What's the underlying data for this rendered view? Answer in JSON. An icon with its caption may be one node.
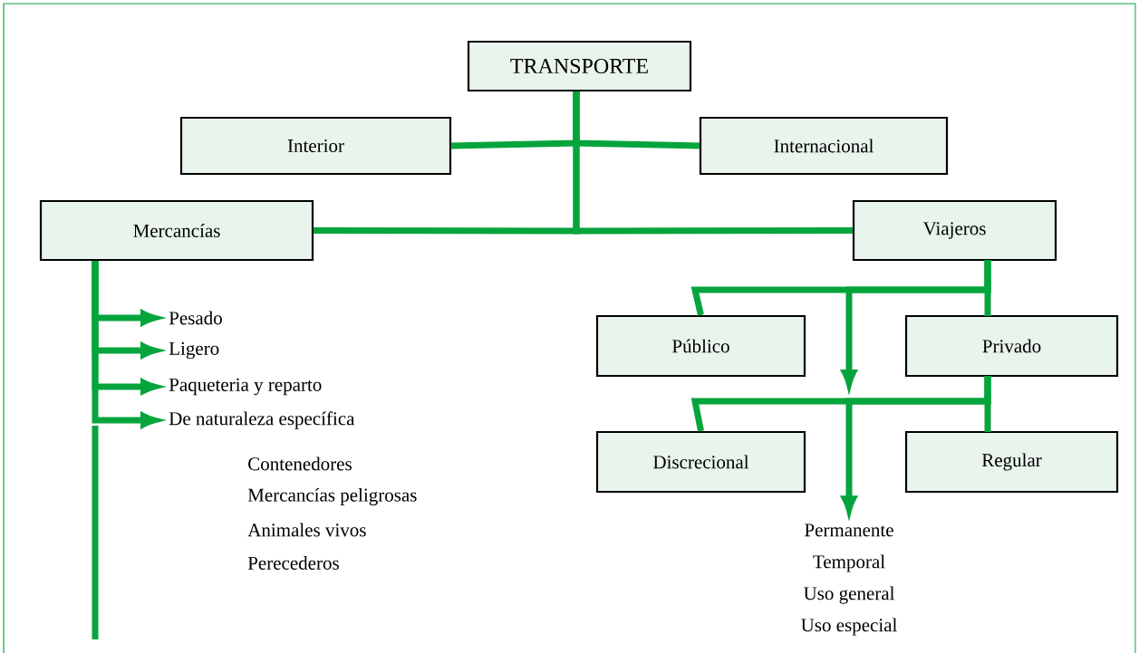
{
  "diagram": {
    "nodes": [
      {
        "text": [
          "TRANSPORTE"
        ]
      },
      {
        "text": [
          "Interior"
        ]
      },
      {
        "text": [
          "Internacional"
        ]
      },
      {
        "text": [
          "Mercancías"
        ]
      },
      {
        "text": [
          "Viajeros"
        ]
      },
      {
        "text": [
          "Pesado"
        ]
      },
      {
        "text": [
          "Ligero"
        ]
      },
      {
        "text": [
          "Paqueteria y reparto"
        ]
      },
      {
        "text": [
          "De naturaleza específica"
        ]
      },
      {
        "text": [
          "Público"
        ]
      },
      {
        "text": [
          "Privado"
        ]
      },
      {
        "text": [
          "Discrecional"
        ]
      },
      {
        "text": [
          "Regular"
        ]
      },
      {
        "text": [
          "Permanente",
          "Temporal",
          "Uso general",
          "Uso especial"
        ]
      }
    ],
    "edges": [
      {
        "from": 0,
        "to": 1,
        "arrow": "none"
      },
      {
        "from": 0,
        "to": 2,
        "arrow": "none"
      },
      {
        "from": 0,
        "to": 3,
        "arrow": "none"
      },
      {
        "from": 0,
        "to": 4,
        "arrow": "none"
      },
      {
        "from": 3,
        "to": 5,
        "arrow": "to"
      },
      {
        "from": 3,
        "to": 6,
        "arrow": "to"
      },
      {
        "from": 3,
        "to": 7,
        "arrow": "to"
      },
      {
        "from": 3,
        "to": 8,
        "arrow": "to"
      },
      {
        "from": 4,
        "to": 9,
        "arrow": "none"
      },
      {
        "from": 4,
        "to": 10,
        "arrow": "none"
      },
      {
        "from": 4,
        "to": null,
        "arrow": "to"
      },
      {
        "from": 10,
        "to": 11,
        "arrow": "none"
      },
      {
        "from": 10,
        "to": 12,
        "arrow": "none"
      },
      {
        "from": 10,
        "to": 13,
        "arrow": "to"
      }
    ],
    "labels": [
      "Contenedores",
      "Mercancías peligrosas",
      "Animales vivos",
      "Perecederos"
    ]
  }
}
